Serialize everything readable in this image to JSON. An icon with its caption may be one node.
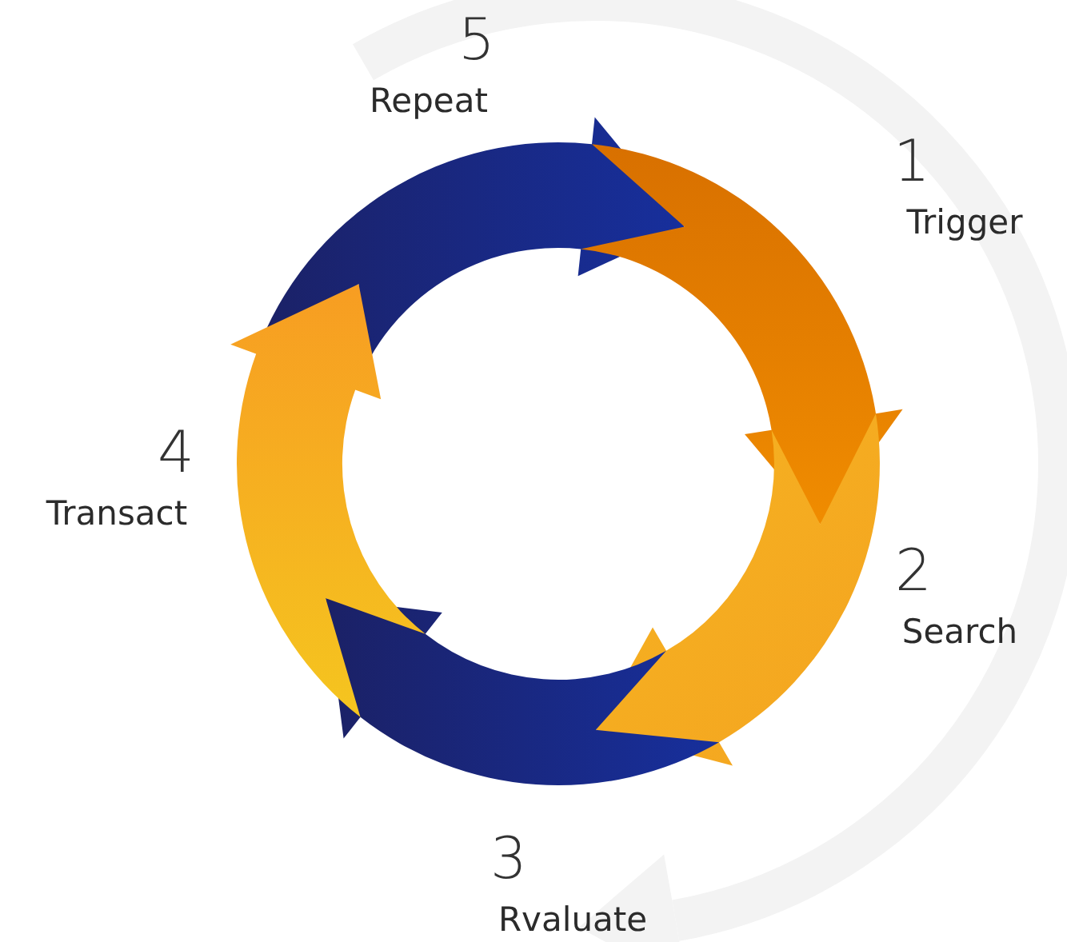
{
  "diagram": {
    "labels": [
      "5",
      "Repeat",
      "1",
      "Trigger",
      "2",
      "Search",
      "3",
      "Rvaluate",
      "4",
      "Transact"
    ]
  }
}
